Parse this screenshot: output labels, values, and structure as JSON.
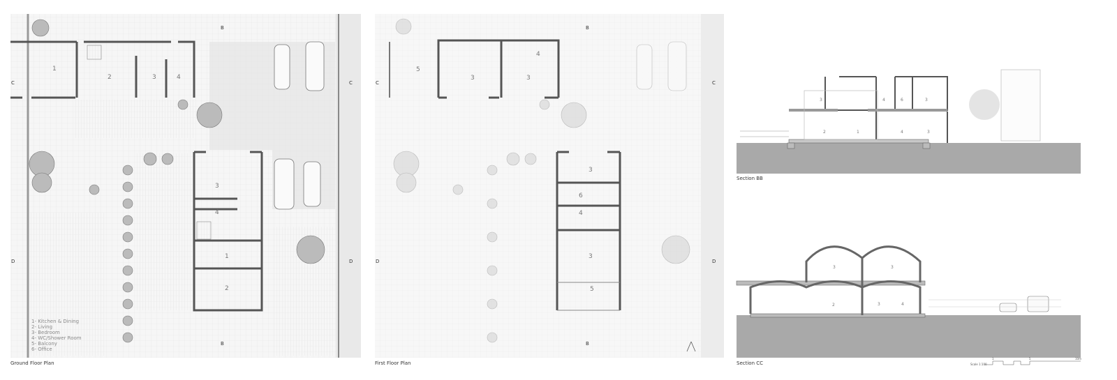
{
  "ground_floor": {
    "caption": "Ground Floor Plan",
    "legend": [
      "1- Kitchen & Dining",
      "2- Living",
      "3- Bedroom",
      "4- WC/Shower Room",
      "5- Balcony",
      "6- Office"
    ],
    "rooms": [
      "1",
      "2",
      "3",
      "4",
      "3",
      "4",
      "1",
      "2"
    ]
  },
  "first_floor": {
    "caption": "First Floor Plan",
    "rooms": [
      "5",
      "3",
      "3",
      "4",
      "3",
      "6",
      "4",
      "3",
      "5"
    ]
  },
  "section_bb": {
    "caption": "Section BB",
    "rooms": [
      "3",
      "4",
      "6",
      "3",
      "2",
      "1",
      "4",
      "3"
    ]
  },
  "section_cc": {
    "caption": "Section CC",
    "rooms": [
      "3",
      "3",
      "2",
      "3",
      "4"
    ]
  },
  "markers": {
    "b": "B",
    "c": "C",
    "d": "D"
  },
  "scale": {
    "label": "Scale 1:100",
    "ticks": [
      "1",
      "5",
      "10m"
    ]
  },
  "colors": {
    "ground": "#a9a9a9",
    "wall": "#555555",
    "paving": "#eeeeee"
  }
}
